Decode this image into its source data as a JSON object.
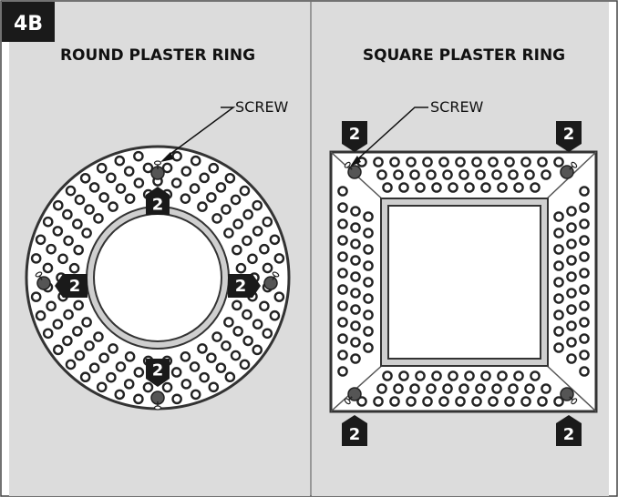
{
  "figure_tag": "4B",
  "panels": [
    {
      "title": "ROUND PLASTER RING",
      "callout": "SCREW",
      "step": "2"
    },
    {
      "title": "SQUARE PLASTER RING",
      "callout": "SCREW",
      "step": "2"
    }
  ],
  "colors": {
    "panel_bg": "#dcdcdc",
    "ring_fill": "#ffffff",
    "outline": "#333333",
    "badge": "#1a1a1a"
  },
  "icons": [
    "screw-icon",
    "arrow-badge-icon"
  ]
}
